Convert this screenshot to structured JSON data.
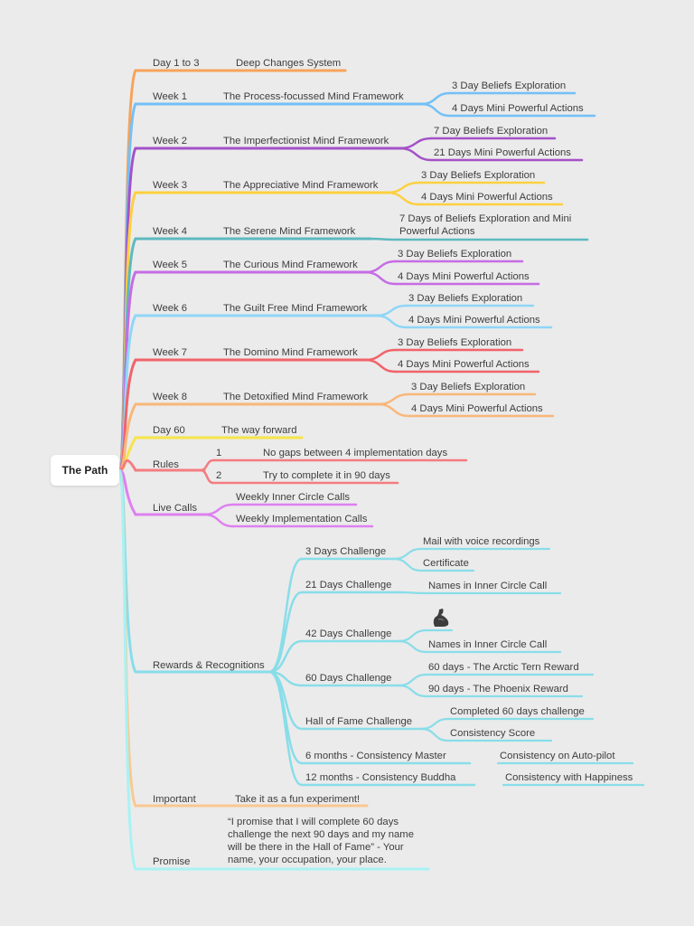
{
  "root": "The Path",
  "colors": {
    "orange": "#f7a35a",
    "blue": "#74c0f7",
    "purple": "#a452c8",
    "yellow": "#fcd03f",
    "teal": "#5db9c0",
    "violet": "#c66ce4",
    "sky": "#8fd6f7",
    "red": "#f1636a",
    "peach": "#f9b77a",
    "gold": "#f7e448",
    "rose": "#f47c80",
    "lilac": "#de80f0",
    "cyan": "#89dde9",
    "lightorange": "#f9c892",
    "aqua": "#a8f2f4"
  },
  "branches": [
    {
      "label": "Day 1 to 3",
      "topic": "Deep Changes System",
      "subs": []
    },
    {
      "label": "Week 1",
      "topic": "The Process-focussed Mind Framework",
      "subs": [
        "3 Day Beliefs Exploration",
        "4 Days Mini Powerful Actions"
      ]
    },
    {
      "label": "Week 2",
      "topic": "The Imperfectionist Mind Framework",
      "subs": [
        "7 Day Beliefs Exploration",
        "21 Days Mini Powerful Actions"
      ]
    },
    {
      "label": "Week 3",
      "topic": "The Appreciative Mind Framework",
      "subs": [
        "3 Day Beliefs Exploration",
        "4 Days Mini Powerful Actions"
      ]
    },
    {
      "label": "Week 4",
      "topic": "The Serene Mind Framework",
      "subs": [
        "7 Days of Beliefs Exploration and Mini Powerful Actions"
      ]
    },
    {
      "label": "Week 5",
      "topic": "The Curious Mind Framework",
      "subs": [
        "3 Day Beliefs Exploration",
        "4 Days Mini Powerful Actions"
      ]
    },
    {
      "label": "Week 6",
      "topic": "The Guilt Free Mind Framework",
      "subs": [
        "3 Day Beliefs Exploration",
        "4 Days Mini Powerful Actions"
      ]
    },
    {
      "label": "Week 7",
      "topic": "The Domino Mind Framework",
      "subs": [
        "3 Day Beliefs Exploration",
        "4 Days Mini Powerful Actions"
      ]
    },
    {
      "label": "Week 8",
      "topic": "The Detoxified Mind Framework",
      "subs": [
        "3 Day Beliefs Exploration",
        "4 Days Mini Powerful Actions"
      ]
    },
    {
      "label": "Day 60",
      "topic": "The way forward",
      "subs": []
    },
    {
      "label": "Rules",
      "items": [
        {
          "num": "1",
          "text": "No gaps between 4 implementation days"
        },
        {
          "num": "2",
          "text": "Try to complete it in 90 days"
        }
      ]
    },
    {
      "label": "Live Calls",
      "subs": [
        "Weekly Inner Circle Calls",
        "Weekly Implementation Calls"
      ]
    },
    {
      "label": "Rewards & Recognitions",
      "challenges": [
        {
          "name": "3 Days Challenge",
          "subs": [
            "Mail with voice recordings",
            "Certificate"
          ]
        },
        {
          "name": "21 Days Challenge",
          "subs": [
            "Names in Inner Circle Call"
          ]
        },
        {
          "name": "42 Days Challenge",
          "subs": [
            "Names in Inner Circle Call"
          ],
          "icon": "flexed-biceps-icon"
        },
        {
          "name": "60 Days Challenge",
          "subs": [
            "60 days - The Arctic Tern Reward",
            "90 days - The Phoenix Reward"
          ]
        },
        {
          "name": "Hall of Fame Challenge",
          "subs": [
            "Completed 60 days challenge",
            "Consistency Score"
          ]
        },
        {
          "name": "6 months - Consistency Master",
          "subs": [
            "Consistency on Auto-pilot"
          ]
        },
        {
          "name": "12 months - Consistency Buddha",
          "subs": [
            "Consistency with Happiness"
          ]
        }
      ]
    },
    {
      "label": "Important",
      "topic": "Take it as a fun experiment!",
      "subs": []
    },
    {
      "label": "Promise",
      "topic": "“I promise that I will complete 60 days challenge the next 90 days and my name will be there in the Hall of Fame” - Your name, your occupation, your place.",
      "subs": []
    }
  ]
}
